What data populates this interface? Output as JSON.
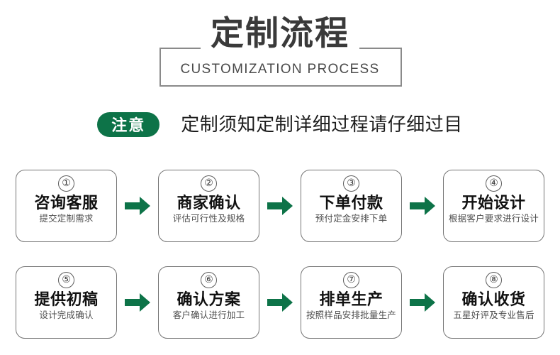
{
  "header": {
    "title_zh": "定制流程",
    "title_en": "CUSTOMIZATION PROCESS",
    "frame_color": "#8a8a8a",
    "title_color": "#3a3a3a"
  },
  "notice": {
    "badge_label": "注意",
    "badge_color": "#0d7348",
    "text": "定制须知定制详细过程请仔细过目"
  },
  "flow": {
    "arrow_color": "#0d7348",
    "box_border_color": "#757575",
    "steps": [
      {
        "number": "①",
        "title": "咨询客服",
        "subtitle": "提交定制需求"
      },
      {
        "number": "②",
        "title": "商家确认",
        "subtitle": "评估可行性及规格"
      },
      {
        "number": "③",
        "title": "下单付款",
        "subtitle": "预付定金安排下单"
      },
      {
        "number": "④",
        "title": "开始设计",
        "subtitle": "根据客户要求进行设计"
      },
      {
        "number": "⑤",
        "title": "提供初稿",
        "subtitle": "设计完成确认"
      },
      {
        "number": "⑥",
        "title": "确认方案",
        "subtitle": "客户确认进行加工"
      },
      {
        "number": "⑦",
        "title": "排单生产",
        "subtitle": "按照样品安排批量生产"
      },
      {
        "number": "⑧",
        "title": "确认收货",
        "subtitle": "五星好评及专业售后"
      }
    ]
  }
}
